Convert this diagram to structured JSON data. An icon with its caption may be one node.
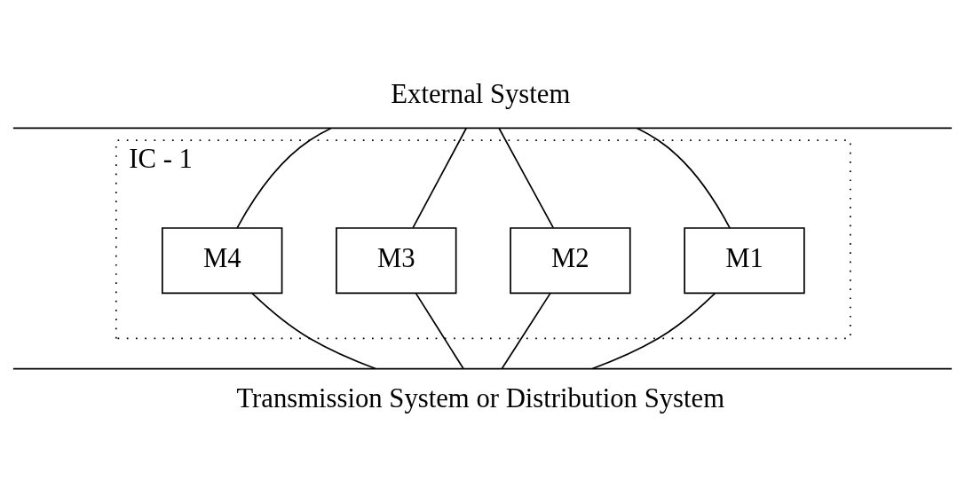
{
  "diagram": {
    "nodes": [
      {
        "text": [
          "External System"
        ]
      },
      {
        "text": [
          "IC - 1"
        ]
      },
      {
        "text": [
          "M1"
        ],
        "in": 1
      },
      {
        "text": [
          "M2"
        ],
        "in": 1
      },
      {
        "text": [
          "M3"
        ],
        "in": 1
      },
      {
        "text": [
          "M4"
        ],
        "in": 1
      },
      {
        "text": [
          "Transmission System or Distribution System"
        ]
      }
    ],
    "edges": [
      {
        "from": 0,
        "to": 2,
        "arrow": "none"
      },
      {
        "from": 0,
        "to": 3,
        "arrow": "none"
      },
      {
        "from": 0,
        "to": 4,
        "arrow": "none"
      },
      {
        "from": 0,
        "to": 5,
        "arrow": "none"
      },
      {
        "from": 2,
        "to": 6,
        "arrow": "none"
      },
      {
        "from": 3,
        "to": 6,
        "arrow": "none"
      },
      {
        "from": 4,
        "to": 6,
        "arrow": "none"
      },
      {
        "from": 5,
        "to": 6,
        "arrow": "none"
      }
    ]
  }
}
